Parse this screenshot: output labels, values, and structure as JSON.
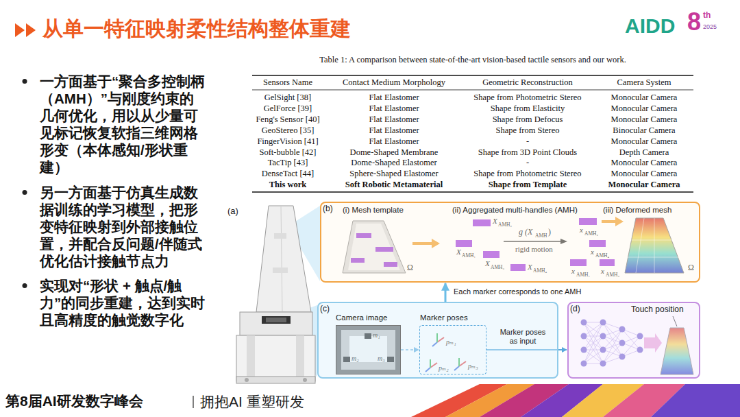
{
  "diagram": {
    "title": "从单一特征映射柔性结构整体重建",
    "nodes": [
      {
        "text": [
          "(b)",
          "(i) Mesh template",
          "(ii) Aggregated multi-handles (AMH)",
          "(iii) Deformed mesh"
        ]
      },
      {
        "text": [
          "(c)"
        ]
      },
      {
        "text": [
          "Camera image"
        ],
        "in": 1
      },
      {
        "text": [
          "Marker poses"
        ],
        "in": 1
      },
      {
        "text": [
          "(d)",
          "Touch position"
        ]
      }
    ],
    "edges": [
      {
        "from": 2,
        "to": 3,
        "arrow": "to"
      },
      {
        "from": 3,
        "to": 4,
        "label": "Marker poses as input",
        "arrow": "to"
      },
      {
        "from": 1,
        "to": 0,
        "label": "Each marker corresponds to one AMH",
        "arrow": "to"
      }
    ],
    "labels": [
      "AIDD",
      "8",
      "th",
      "2025",
      "一方面基于“聚合多控制柄（AMH）”与刚度约束的几何优化，用以从少量可见标记恢复软指三维网格形变（本体感知/形状重建）",
      "另一方面基于仿真生成数据训练的学习模型，把形变特征映射到外部接触位置，并配合反问题/伴随式优化估计接触节点力",
      "实现对“形状 + 触点/触力”的同步重建，达到实时且高精度的触觉数字化",
      "Table 1: A comparison between state-of-the-art vision-based tactile sensors and our work.",
      "Sensors Name",
      "Contact Medium Morphology",
      "Geometric Reconstruction",
      "Camera System",
      "GelSight [38]",
      "Flat Elastomer",
      "Shape from Photometric Stereo",
      "Monocular Camera",
      "GelForce [39]",
      "Flat Elastomer",
      "Shape from Elasticity",
      "Monocular Camera",
      "Feng's Sensor [40]",
      "Flat Elastomer",
      "Shape from Defocus",
      "Monocular Camera",
      "GeoStereo [35]",
      "Flat Elastomer",
      "Shape from Stereo",
      "Binocular Camera",
      "FingerVision [41]",
      "Flat Elastomer",
      "-",
      "Monocular Camera",
      "Soft-bubble [42]",
      "Dome-Shaped Membrane",
      "Shape from 3D Point Clouds",
      "Depth Camera",
      "TacTip [43]",
      "Dome-Shaped Elastomer",
      "-",
      "Monocular Camera",
      "DenseTact [44]",
      "Sphere-Shaped Elastomer",
      "Shape from Photometric Stereo",
      "Monocular Camera",
      "This work",
      "Soft Robotic Metamaterial",
      "Shape from Template",
      "Monocular Camera",
      "(a)",
      "Ω",
      "Ω",
      "X",
      "AMH₂",
      "X",
      "AMH₁",
      "X",
      "AMH₃",
      "X",
      "AMH₄",
      "g (X",
      "AMH",
      ")",
      "rigid motion",
      "x",
      "AMH₂",
      "x",
      "AMH₄",
      "x",
      "AMH₁",
      "x",
      "AMH₃",
      "m₁",
      "m₂",
      "m₃",
      "pₘ₁",
      "pₘ₂",
      "pₘ₃",
      "第8届AI研发数字峰会",
      "拥抱AI 重塑研发"
    ]
  }
}
